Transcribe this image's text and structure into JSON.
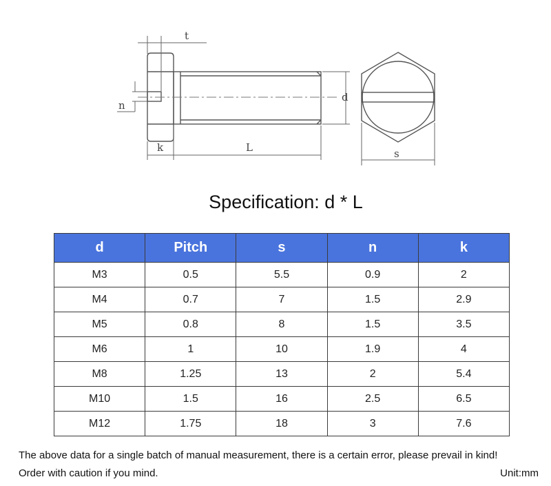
{
  "diagram": {
    "labels": {
      "t": "t",
      "n": "n",
      "k": "k",
      "L": "L",
      "d": "d",
      "s": "s"
    }
  },
  "title": "Specification: d * L",
  "table": {
    "headers": [
      "d",
      "Pitch",
      "s",
      "n",
      "k"
    ],
    "rows": [
      [
        "M3",
        "0.5",
        "5.5",
        "0.9",
        "2"
      ],
      [
        "M4",
        "0.7",
        "7",
        "1.5",
        "2.9"
      ],
      [
        "M5",
        "0.8",
        "8",
        "1.5",
        "3.5"
      ],
      [
        "M6",
        "1",
        "10",
        "1.9",
        "4"
      ],
      [
        "M8",
        "1.25",
        "13",
        "2",
        "5.4"
      ],
      [
        "M10",
        "1.5",
        "16",
        "2.5",
        "6.5"
      ],
      [
        "M12",
        "1.75",
        "18",
        "3",
        "7.6"
      ]
    ],
    "header_color": "#4a74dd"
  },
  "notes": {
    "line1": "The above data for a single batch of manual measurement, there is a certain error, please prevail in kind!",
    "line2": "Order with caution if you mind.",
    "unit": "Unit:mm"
  }
}
